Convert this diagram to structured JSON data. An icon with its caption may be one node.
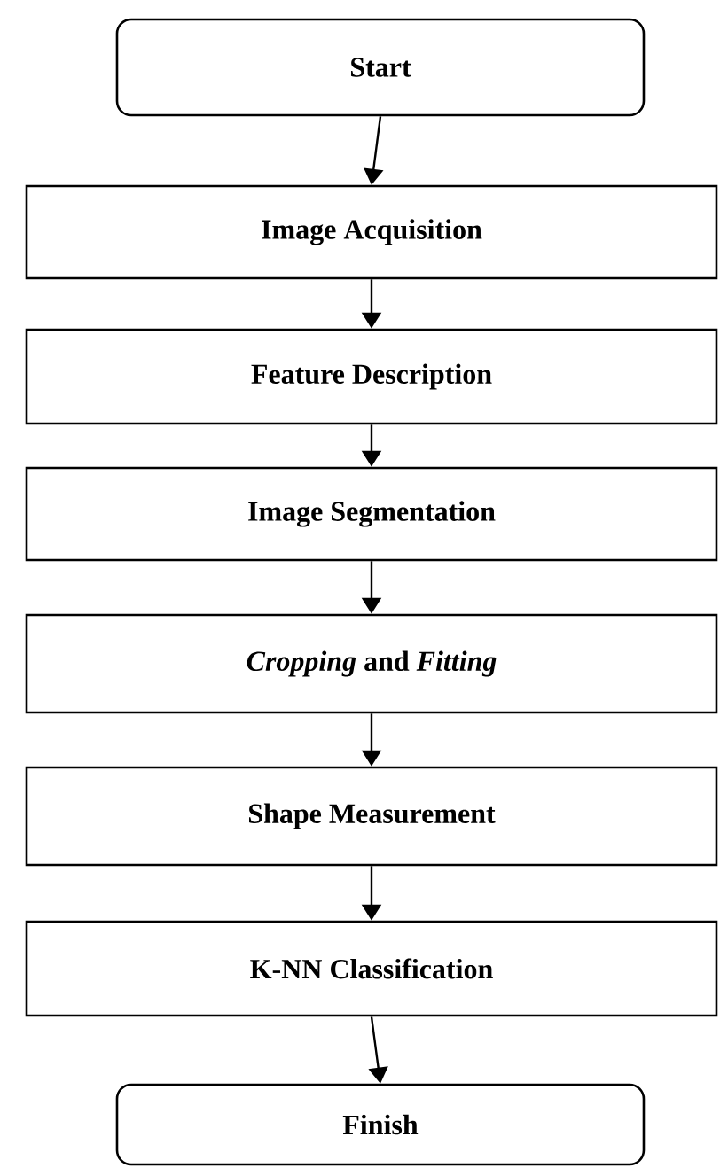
{
  "diagram": {
    "nodes": [
      {
        "text": [
          "Start"
        ]
      },
      {
        "text": [
          "Image Acquisition"
        ]
      },
      {
        "text": [
          "Feature Description"
        ]
      },
      {
        "text": [
          "Image Segmentation"
        ]
      },
      {
        "text": [
          "*Cropping* and *Fitting*"
        ]
      },
      {
        "text": [
          "Shape Measurement"
        ]
      },
      {
        "text": [
          "K-NN Classification"
        ]
      },
      {
        "text": [
          "Finish"
        ]
      }
    ],
    "edges": [
      {
        "from": 0,
        "to": 1,
        "arrow": "to"
      },
      {
        "from": 1,
        "to": 2,
        "arrow": "to"
      },
      {
        "from": 2,
        "to": 3,
        "arrow": "to"
      },
      {
        "from": 3,
        "to": 4,
        "arrow": "to"
      },
      {
        "from": 4,
        "to": 5,
        "arrow": "to"
      },
      {
        "from": 5,
        "to": 6,
        "arrow": "to"
      },
      {
        "from": 6,
        "to": 7,
        "arrow": "to"
      }
    ]
  }
}
